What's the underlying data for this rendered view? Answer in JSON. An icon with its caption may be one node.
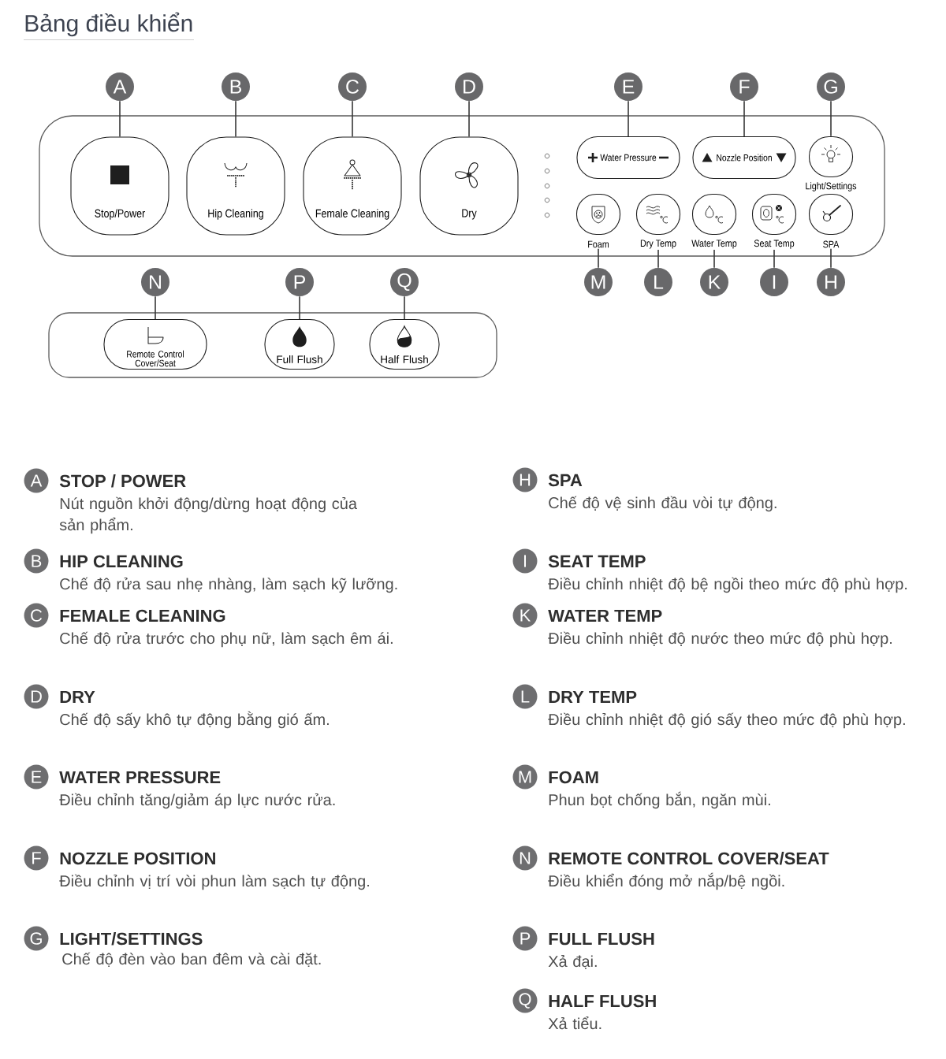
{
  "diagram": {
    "title": "Bảng điều khiển",
    "nodes": [
      {
        "text": [
          "A"
        ]
      },
      {
        "text": [
          "B"
        ]
      },
      {
        "text": [
          "C"
        ]
      },
      {
        "text": [
          "D"
        ]
      },
      {
        "text": [
          "E"
        ]
      },
      {
        "text": [
          "F"
        ]
      },
      {
        "text": [
          "G"
        ]
      },
      {
        "text": [],
        "shape": "box"
      },
      {
        "text": [
          "Stop/Power"
        ],
        "in": 7
      },
      {
        "text": [
          "Hip Cleaning"
        ],
        "in": 7
      },
      {
        "text": [
          "Female Cleaning"
        ],
        "in": 7
      },
      {
        "text": [
          "Dry"
        ],
        "in": 7
      },
      {
        "text": [
          "Water Pressure"
        ],
        "in": 7
      },
      {
        "text": [
          "Nozzle Position"
        ],
        "in": 7
      },
      {
        "text": [
          "Light/Settings"
        ],
        "in": 7
      },
      {
        "text": [
          "Foam"
        ],
        "in": 7
      },
      {
        "text": [
          "Dry Temp"
        ],
        "in": 7
      },
      {
        "text": [
          "Water Temp"
        ],
        "in": 7
      },
      {
        "text": [
          "Seat Temp"
        ],
        "in": 7
      },
      {
        "text": [
          "SPA"
        ],
        "in": 7
      },
      {
        "text": [
          "M"
        ]
      },
      {
        "text": [
          "L"
        ]
      },
      {
        "text": [
          "K"
        ]
      },
      {
        "text": [
          "I"
        ]
      },
      {
        "text": [
          "H"
        ]
      },
      {
        "text": [
          "N"
        ]
      },
      {
        "text": [
          "P"
        ]
      },
      {
        "text": [
          "Q"
        ]
      },
      {
        "text": [],
        "shape": "box"
      },
      {
        "text": [
          "Remote Control Cover/Seat"
        ],
        "in": 28
      },
      {
        "text": [
          "Full Flush"
        ],
        "in": 28
      },
      {
        "text": [
          "Half Flush"
        ],
        "in": 28
      },
      {
        "text": [
          "A"
        ],
        "beside": [
          "STOP / POWER",
          "Nút nguồn khởi động/dừng hoạt động của sản phẩm."
        ]
      },
      {
        "text": [
          "H"
        ],
        "beside": [
          "SPA",
          "Chế độ vệ sinh đầu vòi tự động."
        ]
      },
      {
        "text": [
          "B"
        ],
        "beside": [
          "HIP CLEANING",
          "Chế độ rửa sau nhẹ nhàng, làm sạch kỹ lưỡng."
        ]
      },
      {
        "text": [
          "I"
        ],
        "beside": [
          "SEAT TEMP",
          "Điều chỉnh nhiệt độ bệ ngồi theo mức độ phù hợp."
        ]
      },
      {
        "text": [
          "C"
        ],
        "beside": [
          "FEMALE CLEANING",
          "Chế độ rửa trước cho phụ nữ, làm sạch êm ái."
        ]
      },
      {
        "text": [
          "K"
        ],
        "beside": [
          "WATER TEMP",
          "Điều chỉnh nhiệt độ nước theo mức độ phù hợp."
        ]
      },
      {
        "text": [
          "D"
        ],
        "beside": [
          "DRY",
          "Chế độ sấy khô tự động bằng gió ấm."
        ]
      },
      {
        "text": [
          "L"
        ],
        "beside": [
          "DRY TEMP",
          "Điều chỉnh nhiệt độ gió sấy theo mức độ phù hợp."
        ]
      },
      {
        "text": [
          "E"
        ],
        "beside": [
          "WATER PRESSURE",
          "Điều chỉnh tăng/giảm áp lực nước rửa."
        ]
      },
      {
        "text": [
          "M"
        ],
        "beside": [
          "FOAM",
          "Phun bọt chống bắn, ngăn mùi."
        ]
      },
      {
        "text": [
          "F"
        ],
        "beside": [
          "NOZZLE POSITION",
          "Điều chỉnh vị trí vòi phun làm sạch tự động."
        ]
      },
      {
        "text": [
          "N"
        ],
        "beside": [
          "REMOTE CONTROL COVER/SEAT",
          "Điều khiển đóng mở nắp/bệ ngồi."
        ]
      },
      {
        "text": [
          "G"
        ],
        "beside": [
          "LIGHT/SETTINGS",
          "Chế độ đèn vào ban đêm và cài đặt."
        ]
      },
      {
        "text": [
          "P"
        ],
        "beside": [
          "FULL FLUSH",
          "Xả đại."
        ]
      },
      {
        "text": [
          "Q"
        ],
        "beside": [
          "HALF FLUSH",
          "Xả tiểu."
        ]
      }
    ],
    "edges": [
      {
        "from": 0,
        "to": 8,
        "arrow": "none"
      },
      {
        "from": 1,
        "to": 9,
        "arrow": "none"
      },
      {
        "from": 2,
        "to": 10,
        "arrow": "none"
      },
      {
        "from": 3,
        "to": 11,
        "arrow": "none"
      },
      {
        "from": 4,
        "to": 12,
        "arrow": "none"
      },
      {
        "from": 5,
        "to": 13,
        "arrow": "none"
      },
      {
        "from": 6,
        "to": 14,
        "arrow": "none"
      },
      {
        "from": 20,
        "to": 15,
        "arrow": "none"
      },
      {
        "from": 21,
        "to": 16,
        "arrow": "none"
      },
      {
        "from": 22,
        "to": 17,
        "arrow": "none"
      },
      {
        "from": 23,
        "to": 18,
        "arrow": "none"
      },
      {
        "from": 24,
        "to": 19,
        "arrow": "none"
      },
      {
        "from": 25,
        "to": 29,
        "arrow": "none"
      },
      {
        "from": 26,
        "to": 30,
        "arrow": "none"
      },
      {
        "from": 27,
        "to": 31,
        "arrow": "none"
      }
    ]
  }
}
